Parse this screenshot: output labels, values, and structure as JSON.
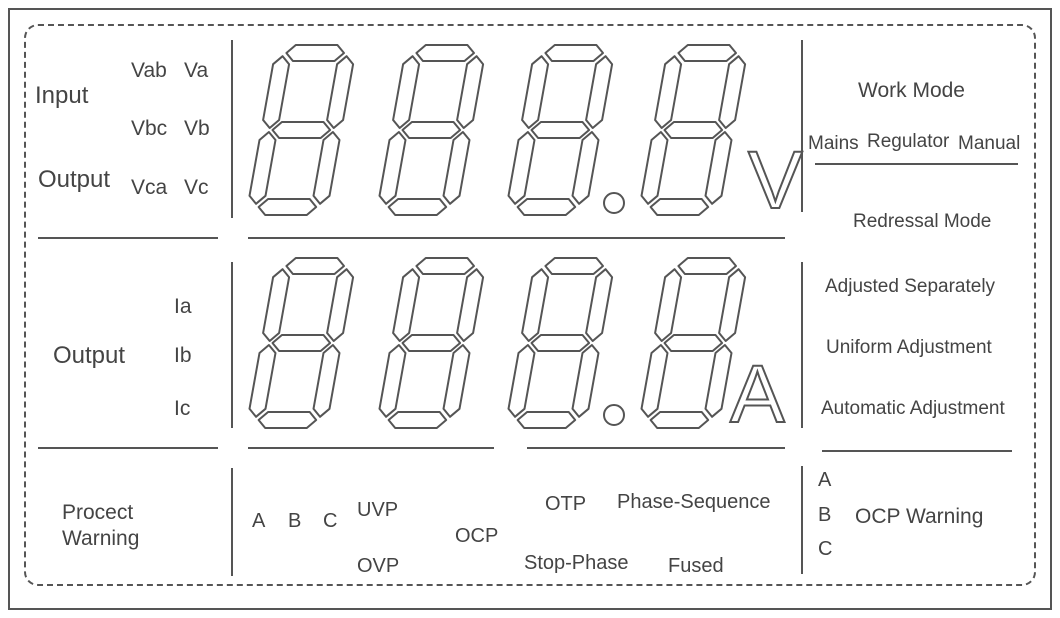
{
  "input_label": "Input",
  "output_label": "Output",
  "voltage_phases": [
    "Vab",
    "Vbc",
    "Vca"
  ],
  "voltage_phase_singles": [
    "Va",
    "Vb",
    "Vc"
  ],
  "voltage_unit": "V",
  "current_output_label": "Output",
  "current_phases": [
    "Ia",
    "Ib",
    "Ic"
  ],
  "current_unit": "A",
  "work_mode": {
    "title": "Work Mode",
    "options": [
      "Mains",
      "Regulator",
      "Manual"
    ]
  },
  "redressal_mode": {
    "title": "Redressal Mode",
    "options": [
      "Adjusted Separately",
      "Uniform Adjustment",
      "Automatic Adjustment"
    ]
  },
  "protect_warning": {
    "line1": "Procect",
    "line2": "Warning",
    "phases": [
      "A",
      "B",
      "C"
    ],
    "items": {
      "uvp": "UVP",
      "ovp": "OVP",
      "ocp": "OCP",
      "otp": "OTP",
      "stop_phase": "Stop-Phase",
      "phase_sequence": "Phase-Sequence",
      "fused": "Fused"
    }
  },
  "ocp_warning": {
    "label": "OCP Warning",
    "phases": [
      "A",
      "B",
      "C"
    ]
  },
  "display_color": "#555555"
}
